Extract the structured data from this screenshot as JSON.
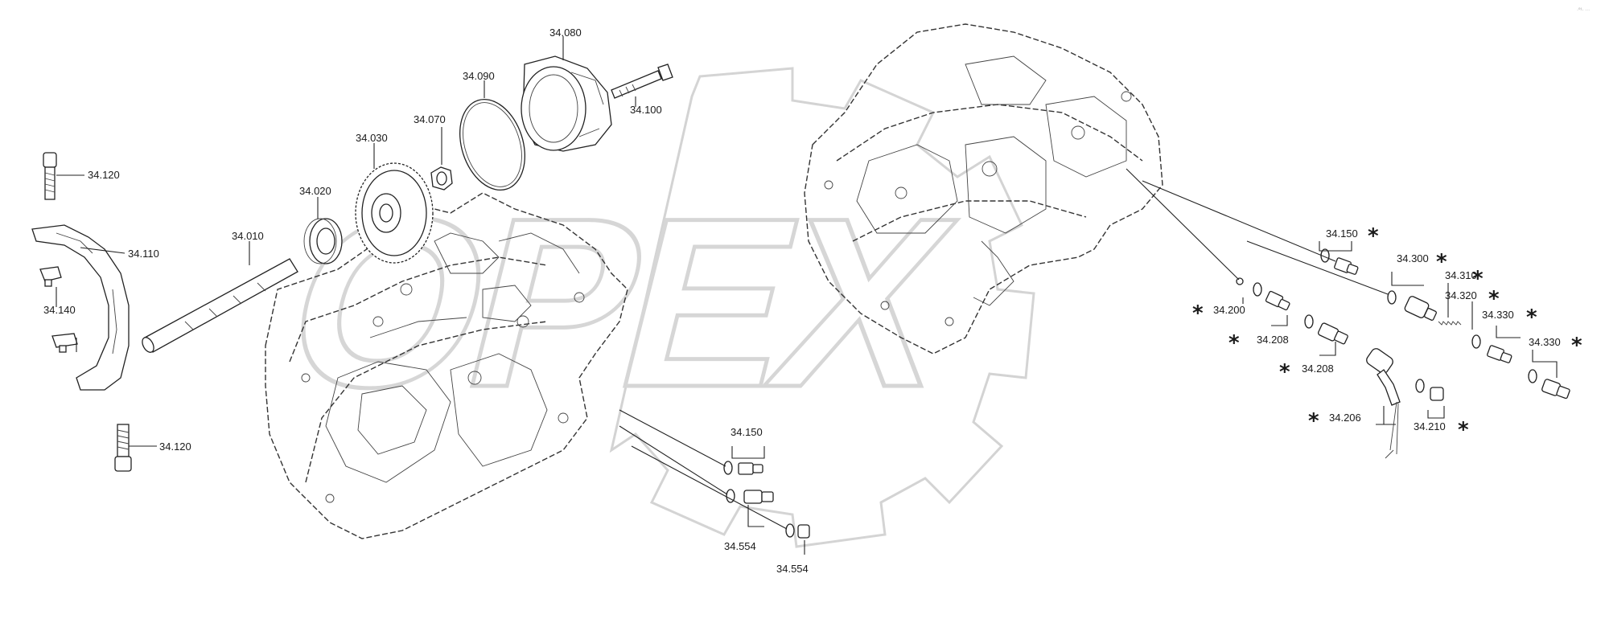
{
  "watermark": {
    "text": "OPEX",
    "color": "#d6d6d6"
  },
  "corner_mark": "·⁰¹· ···",
  "labels": {
    "l34080": "34.080",
    "l34090": "34.090",
    "l34100": "34.100",
    "l34070": "34.070",
    "l34030": "34.030",
    "l34020": "34.020",
    "l34010": "34.010",
    "l34120a": "34.120",
    "l34110": "34.110",
    "l34140": "34.140",
    "l34120b": "34.120",
    "l34150a": "34.150",
    "l34554a": "34.554",
    "l34554b": "34.554",
    "l34150b": "34.150",
    "l34300": "34.300",
    "l34310": "34.310",
    "l34320": "34.320",
    "l34330a": "34.330",
    "l34330b": "34.330",
    "l34200": "34.200",
    "l34208a": "34.208",
    "l34208b": "34.208",
    "l34206": "34.206",
    "l34210": "34.210"
  },
  "asterisk": "*",
  "colors": {
    "line": "#222222",
    "watermark": "#d6d6d6"
  }
}
